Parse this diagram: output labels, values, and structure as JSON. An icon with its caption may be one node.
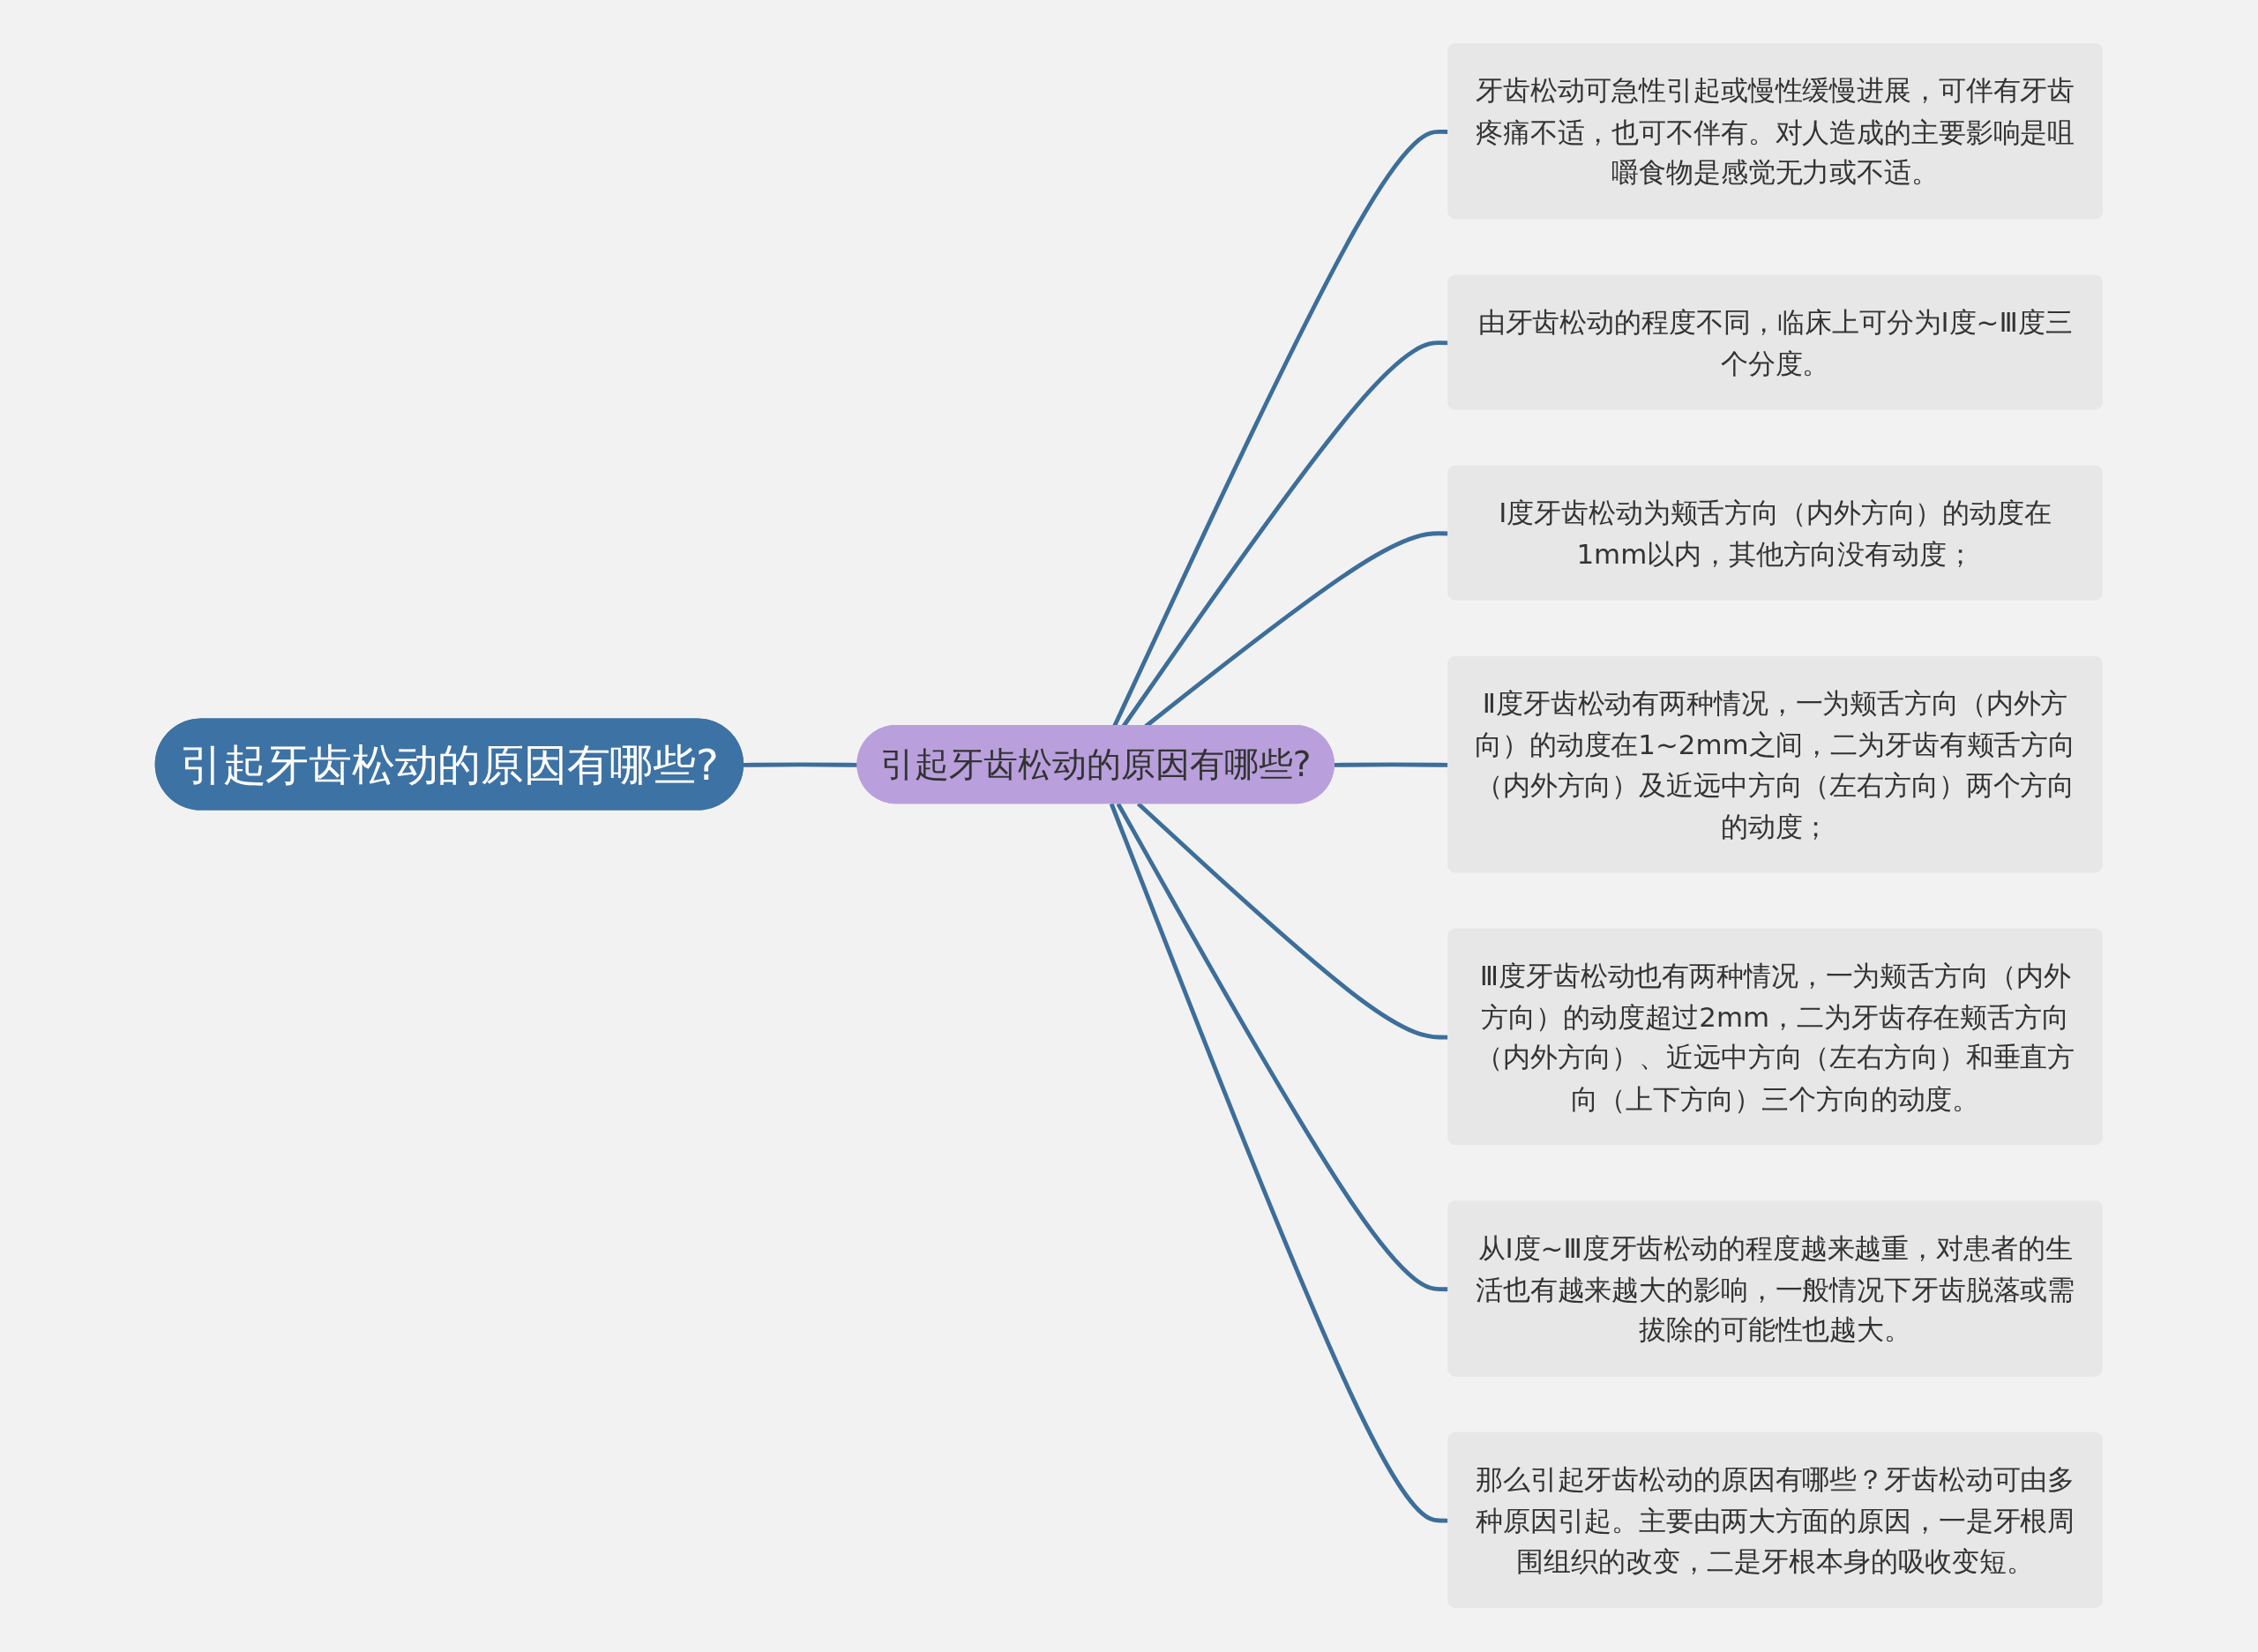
{
  "diagram": {
    "nodes": [
      {
        "text": [
          "引起牙齿松动的原因有哪些?"
        ]
      },
      {
        "text": [
          "引起牙齿松动的原因有哪些?"
        ]
      },
      {
        "text": [
          "牙齿松动可急性引起或慢性缓慢进展，可伴有牙齿疼痛不适，也可不伴有。对人造成的主要影响是咀嚼食物是感觉无力或不适。"
        ]
      },
      {
        "text": [
          "由牙齿松动的程度不同，临床上可分为Ⅰ度~Ⅲ度三个分度。"
        ]
      },
      {
        "text": [
          "Ⅰ度牙齿松动为颊舌方向（内外方向）的动度在1mm以内，其他方向没有动度；"
        ]
      },
      {
        "text": [
          "Ⅱ度牙齿松动有两种情况，一为颊舌方向（内外方向）的动度在1~2mm之间，二为牙齿有颊舌方向（内外方向）及近远中方向（左右方向）两个方向的动度；"
        ]
      },
      {
        "text": [
          "Ⅲ度牙齿松动也有两种情况，一为颊舌方向（内外方向）的动度超过2mm，二为牙齿存在颊舌方向（内外方向）、近远中方向（左右方向）和垂直方向（上下方向）三个方向的动度。"
        ]
      },
      {
        "text": [
          "从Ⅰ度~Ⅲ度牙齿松动的程度越来越重，对患者的生活也有越来越大的影响，一般情况下牙齿脱落或需拔除的可能性也越大。"
        ]
      },
      {
        "text": [
          "那么引起牙齿松动的原因有哪些？牙齿松动可由多种原因引起。主要由两大方面的原因，一是牙根周围组织的改变，二是牙根本身的吸收变短。"
        ]
      }
    ],
    "edges": [
      {
        "from": 0,
        "to": 1,
        "arrow": "none"
      },
      {
        "from": 1,
        "to": 2,
        "arrow": "none"
      },
      {
        "from": 1,
        "to": 3,
        "arrow": "none"
      },
      {
        "from": 1,
        "to": 4,
        "arrow": "none"
      },
      {
        "from": 1,
        "to": 5,
        "arrow": "none"
      },
      {
        "from": 1,
        "to": 6,
        "arrow": "none"
      },
      {
        "from": 1,
        "to": 7,
        "arrow": "none"
      },
      {
        "from": 1,
        "to": 8,
        "arrow": "none"
      }
    ]
  }
}
